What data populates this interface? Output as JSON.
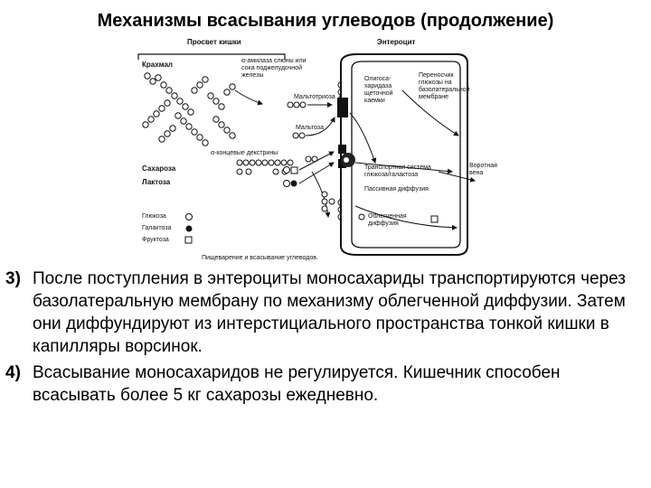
{
  "title": "Механизмы всасывания углеводов (продолжение)",
  "diagram": {
    "lumen_label": "Просвет кишки",
    "enterocyte_label": "Энтероцит",
    "starch": "Крахмал",
    "amylase": "α-амилаза слюны или сока поджелудочной железы",
    "maltotriose": "Мальтотриоза",
    "maltose": "Мальтоза",
    "dextrins": "α-концевые декстрины",
    "sucrose": "Сахароза",
    "lactose": "Лактоза",
    "oligosaccharidase": "Олигоса-харидаза щеточной каемки",
    "glucose_carrier": "Переносчик глюкозы на базолатеральной мембране",
    "transport_system": "Транспортная система глюкоза/галактоза",
    "passive_diffusion": "Пассивная диффузия",
    "portal_vein": "Воротная вена",
    "facilitated_diffusion": "Облегченная диффузия",
    "legend_glucose": "Глюкоза",
    "legend_galactose": "Галактоза",
    "legend_fructose": "Фруктоза",
    "caption": "Пищеварение и всасывание углеводов."
  },
  "paragraphs": [
    {
      "num": "3)",
      "text": "После поступления в энтероциты моносахариды транспортируются через базолатеральную мембрану по механизму облегченной диффузии. Затем они диффундируют из интерстициального пространства тонкой кишки в капилляры ворсинок."
    },
    {
      "num": "4)",
      "text": "Всасывание моносахаридов не регулируется. Кишечник способен всасывать более 5 кг сахарозы ежедневно."
    }
  ]
}
